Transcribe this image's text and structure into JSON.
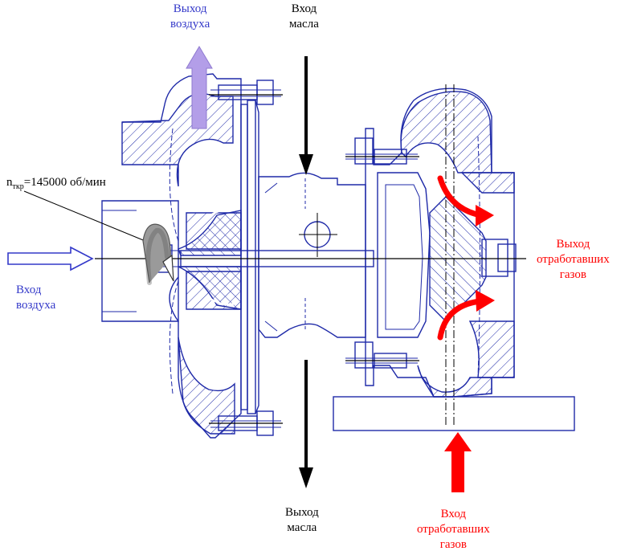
{
  "labels": {
    "air_out": [
      "Выход",
      "воздуха"
    ],
    "oil_in": [
      "Вход",
      "масла"
    ],
    "speed_prefix": "n",
    "speed_sub": "ткр",
    "speed_value": "=145000 об/мин",
    "air_in": [
      "Вход",
      "воздуха"
    ],
    "exhaust_out": [
      "Выход",
      "отработавших",
      "газов"
    ],
    "oil_out": [
      "Выход",
      "масла"
    ],
    "exhaust_in": [
      "Вход",
      "отработавших",
      "газов"
    ]
  },
  "colors": {
    "outline": "#1f2aa8",
    "air_label": "#3338c9",
    "exhaust": "#ff0000",
    "air_out_arrow": "#b39ee8",
    "oil_arrow": "#000000",
    "rotation_arrow": "#9a9a9a"
  },
  "icons": {
    "air_in_arrow": "hollow-right-arrow",
    "air_out_arrow": "up-arrow",
    "oil_in_arrow": "down-arrow",
    "oil_out_arrow": "down-arrow",
    "exhaust_in_arrow": "up-arrow",
    "exhaust_out_arrows": "curved-arrow",
    "rotation_arrow": "curved-arrow"
  }
}
